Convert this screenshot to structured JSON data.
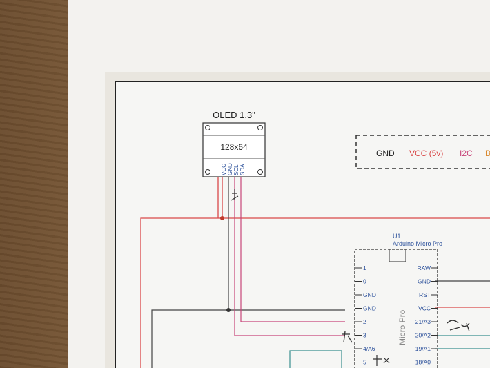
{
  "oled": {
    "title": "OLED 1.3\"",
    "resolution": "128x64",
    "pins": [
      "VCC",
      "GND",
      "SCL",
      "SDA"
    ]
  },
  "legend": {
    "gnd": "GND",
    "vcc": "VCC (5v)",
    "i2c": "I2C",
    "extra": "B"
  },
  "mcu": {
    "ref": "U1",
    "name": "Arduino Micro Pro",
    "body_label": "Micro Pro",
    "left_pins": [
      "1",
      "0",
      "GND",
      "GND",
      "2",
      "3",
      "4/A6",
      "5"
    ],
    "right_pins": [
      "RAW",
      "GND",
      "RST",
      "VCC",
      "21/A3",
      "20/A2",
      "19/A1",
      "18/A0"
    ]
  },
  "colors": {
    "vcc": "#d94848",
    "gnd": "#333333",
    "i2c": "#c8457a",
    "pin_text": "#2a4f9a"
  }
}
